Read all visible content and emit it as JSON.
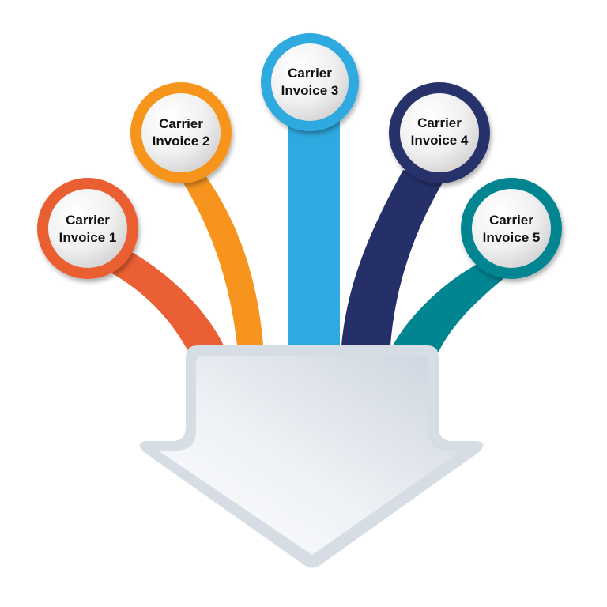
{
  "diagram": {
    "title": "",
    "arrow": {
      "fill_light": "#ffffff",
      "fill_dark": "#cfd6df",
      "border": "#d7dde5"
    },
    "nodes": [
      {
        "line1": "Carrier",
        "line2": "Invoice 1",
        "color": "#ea5f33"
      },
      {
        "line1": "Carrier",
        "line2": "Invoice 2",
        "color": "#f7941e"
      },
      {
        "line1": "Carrier",
        "line2": "Invoice 3",
        "color": "#2eaae1"
      },
      {
        "line1": "Carrier",
        "line2": "Invoice 4",
        "color": "#253069"
      },
      {
        "line1": "Carrier",
        "line2": "Invoice 5",
        "color": "#008591"
      }
    ]
  }
}
